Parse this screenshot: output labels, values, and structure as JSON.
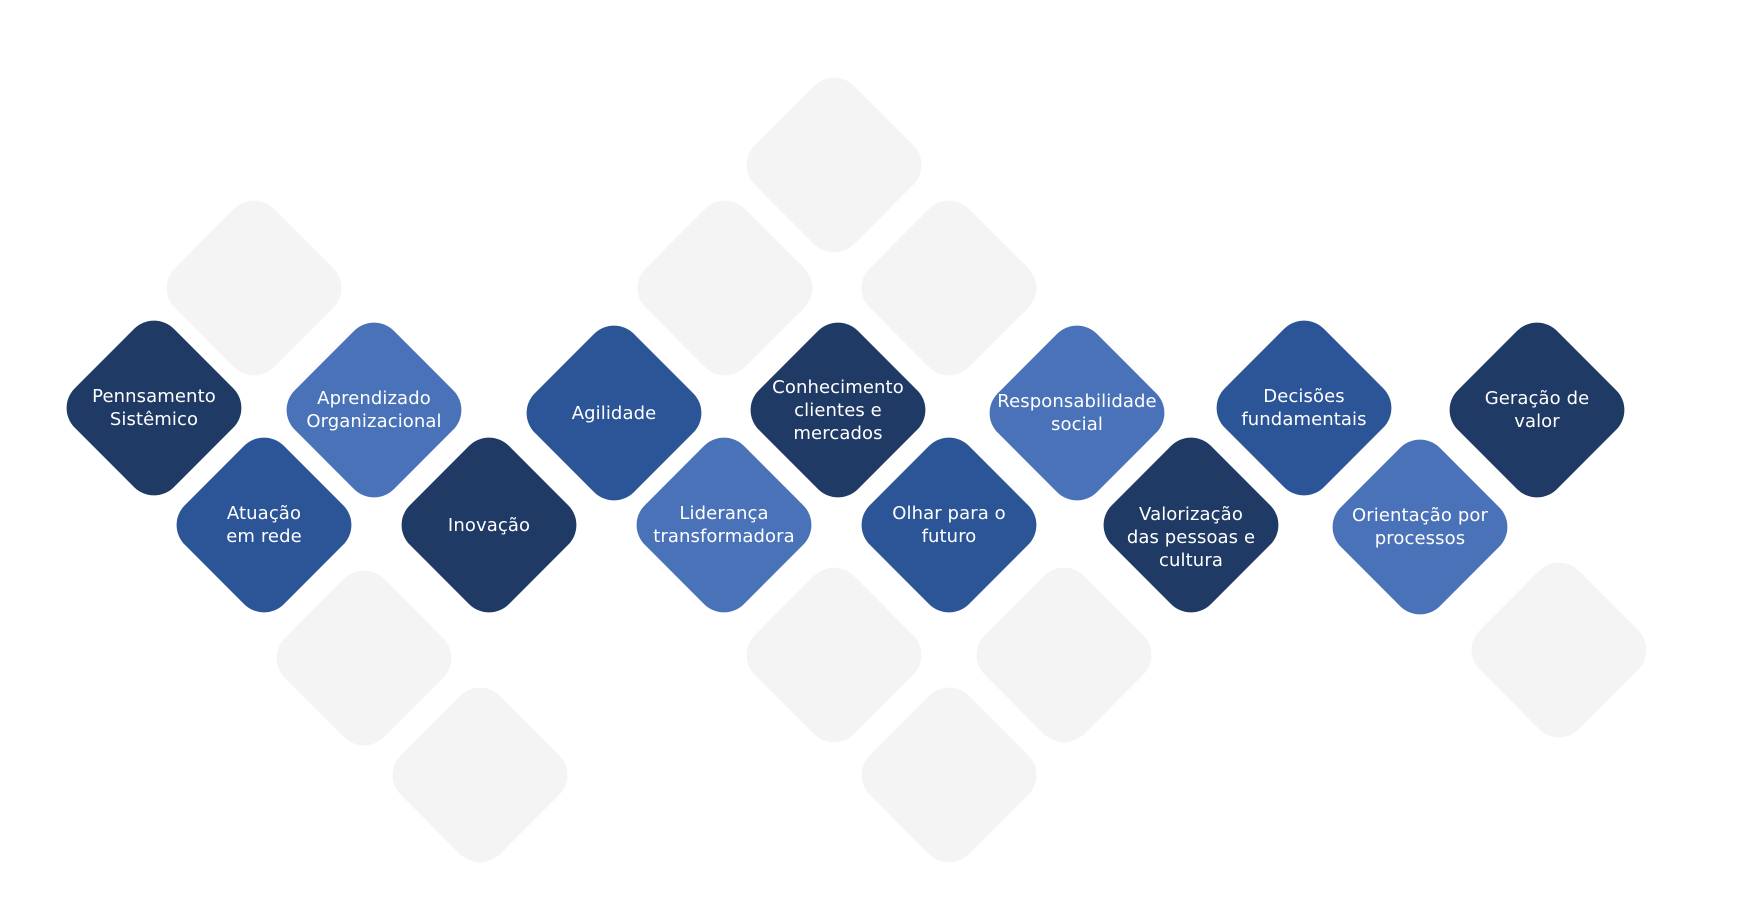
{
  "colors": {
    "dark": "#1f3a64",
    "mid": "#2b5597",
    "light": "#4a72b8",
    "ghost": "#f4f4f5",
    "text": "#ffffff"
  },
  "pillars": [
    {
      "id": "pensamento-sistemico",
      "lines": [
        "Pennsamento",
        "Sistêmico"
      ],
      "tone": "dark"
    },
    {
      "id": "atuacao-em-rede",
      "lines": [
        "Atuação",
        "em rede"
      ],
      "tone": "mid"
    },
    {
      "id": "aprendizado-organizacional",
      "lines": [
        "Aprendizado",
        "Organizacional"
      ],
      "tone": "light"
    },
    {
      "id": "inovacao",
      "lines": [
        "Inovação"
      ],
      "tone": "dark"
    },
    {
      "id": "agilidade",
      "lines": [
        "Agilidade"
      ],
      "tone": "mid"
    },
    {
      "id": "lideranca-transformadora",
      "lines": [
        "Liderança",
        "transformadora"
      ],
      "tone": "light"
    },
    {
      "id": "conhecimento-clientes-mercados",
      "lines": [
        "Conhecimento",
        "clientes e",
        "mercados"
      ],
      "tone": "dark"
    },
    {
      "id": "olhar-para-o-futuro",
      "lines": [
        "Olhar para o",
        "futuro"
      ],
      "tone": "mid"
    },
    {
      "id": "responsabilidade-social",
      "lines": [
        "Responsabilidade",
        "social"
      ],
      "tone": "light"
    },
    {
      "id": "valorizacao-pessoas-cultura",
      "lines": [
        "Valorização",
        "das pessoas e",
        "cultura"
      ],
      "tone": "dark"
    },
    {
      "id": "decisoes-fundamentais",
      "lines": [
        "Decisões",
        "fundamentais"
      ],
      "tone": "mid"
    },
    {
      "id": "orientacao-por-processos",
      "lines": [
        "Orientação por",
        "processos"
      ],
      "tone": "light"
    },
    {
      "id": "geracao-de-valor",
      "lines": [
        "Geração de",
        "valor"
      ],
      "tone": "dark"
    }
  ]
}
